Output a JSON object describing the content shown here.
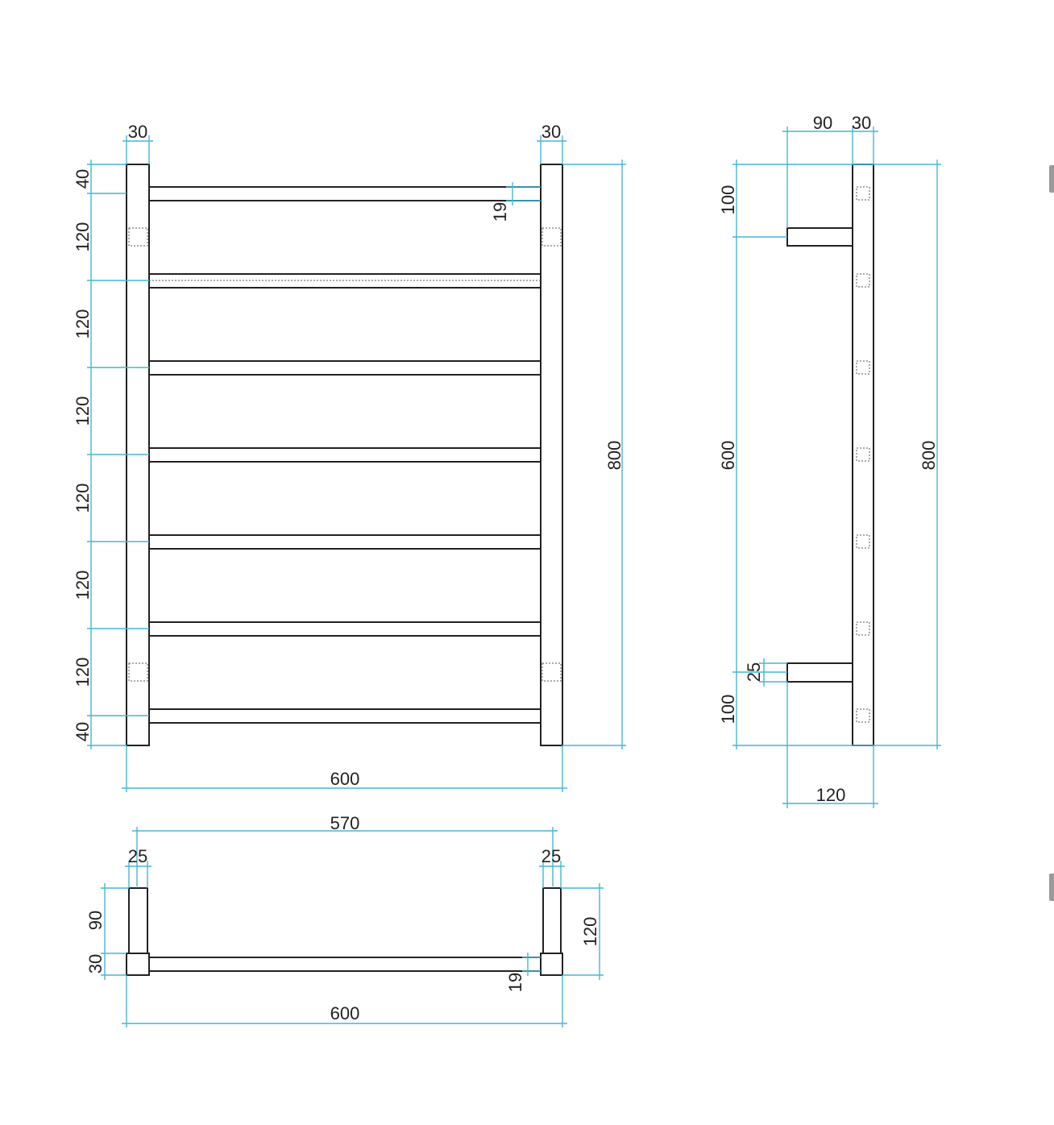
{
  "front_view": {
    "post_width_left": "30",
    "post_width_right": "30",
    "left_spacings": [
      "40",
      "120",
      "120",
      "120",
      "120",
      "120",
      "120",
      "40"
    ],
    "rail_thickness": "19",
    "overall_height": "800",
    "overall_width": "600"
  },
  "side_view": {
    "standoff_depth": "90",
    "post_depth": "30",
    "top_offset": "100",
    "center_spacing": "600",
    "bottom_offset": "100",
    "standoff_thickness": "25",
    "overall_height": "800",
    "overall_depth": "120"
  },
  "top_view": {
    "rail_length": "570",
    "standoff_width_left": "25",
    "standoff_width_right": "25",
    "standoff_depth": "90",
    "post_depth": "30",
    "overall_depth": "120",
    "rail_thickness": "19",
    "overall_width": "600"
  },
  "colors": {
    "dimension": "#45b6d6",
    "outline": "#222222"
  }
}
